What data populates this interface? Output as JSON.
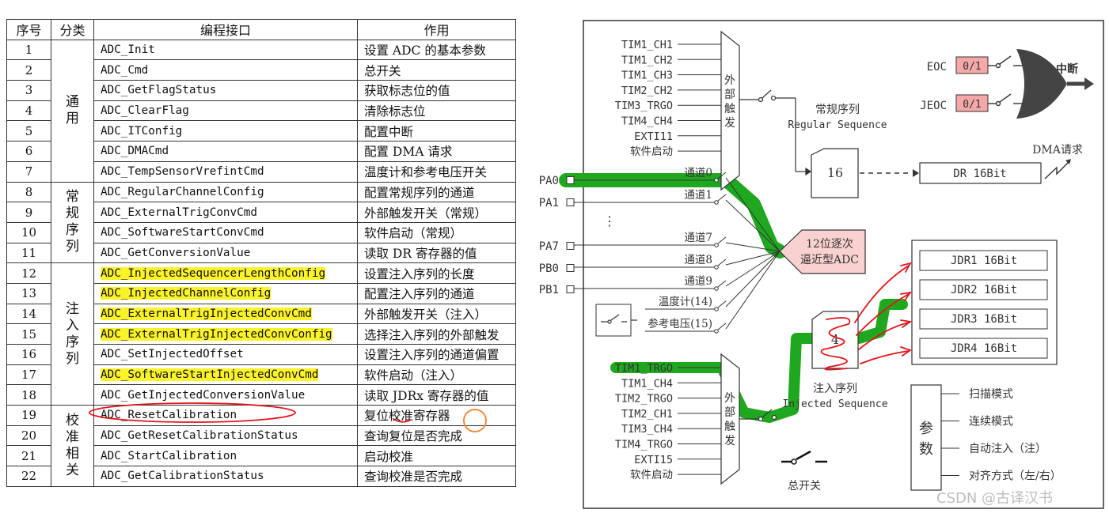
{
  "table": {
    "headers": [
      "序号",
      "分类",
      "编程接口",
      "作用"
    ],
    "groups": [
      {
        "label": "通\n用",
        "start": 0,
        "span": 7
      },
      {
        "label": "常\n规\n序\n列",
        "start": 7,
        "span": 4
      },
      {
        "label": "注\n入\n序\n列",
        "start": 11,
        "span": 7
      },
      {
        "label": "校\n准\n相\n关",
        "start": 18,
        "span": 4
      }
    ],
    "rows": [
      {
        "num": "1",
        "api": "ADC_Init",
        "desc": "设置 ADC 的基本参数",
        "hl": false
      },
      {
        "num": "2",
        "api": "ADC_Cmd",
        "desc": "总开关",
        "hl": false
      },
      {
        "num": "3",
        "api": "ADC_GetFlagStatus",
        "desc": "获取标志位的值",
        "hl": false
      },
      {
        "num": "4",
        "api": "ADC_ClearFlag",
        "desc": "清除标志位",
        "hl": false
      },
      {
        "num": "5",
        "api": "ADC_ITConfig",
        "desc": "配置中断",
        "hl": false
      },
      {
        "num": "6",
        "api": "ADC_DMACmd",
        "desc": "配置 DMA 请求",
        "hl": false
      },
      {
        "num": "7",
        "api": "ADC_TempSensorVrefintCmd",
        "desc": "温度计和参考电压开关",
        "hl": false
      },
      {
        "num": "8",
        "api": "ADC_RegularChannelConfig",
        "desc": "配置常规序列的通道",
        "hl": false
      },
      {
        "num": "9",
        "api": "ADC_ExternalTrigConvCmd",
        "desc": "外部触发开关（常规）",
        "hl": false
      },
      {
        "num": "10",
        "api": "ADC_SoftwareStartConvCmd",
        "desc": "软件启动（常规）",
        "hl": false
      },
      {
        "num": "11",
        "api": "ADC_GetConversionValue",
        "desc": "读取 DR 寄存器的值",
        "hl": false
      },
      {
        "num": "12",
        "api": "ADC_InjectedSequencerLengthConfig",
        "desc": "设置注入序列的长度",
        "hl": true
      },
      {
        "num": "13",
        "api": "ADC_InjectedChannelConfig",
        "desc": "配置注入序列的通道",
        "hl": true
      },
      {
        "num": "14",
        "api": "ADC_ExternalTrigInjectedConvCmd",
        "desc": "外部触发开关（注入）",
        "hl": true
      },
      {
        "num": "15",
        "api": "ADC_ExternalTrigInjectedConvConfig",
        "desc": "选择注入序列的外部触发",
        "hl": true
      },
      {
        "num": "16",
        "api": "ADC_SetInjectedOffset",
        "desc": "设置注入序列的通道偏置",
        "hl": false
      },
      {
        "num": "17",
        "api": "ADC_SoftwareStartInjectedConvCmd",
        "desc": "软件启动（注入）",
        "hl": true
      },
      {
        "num": "18",
        "api": "ADC_GetInjectedConversionValue",
        "desc": "读取 JDRx 寄存器的值",
        "hl": false
      },
      {
        "num": "19",
        "api": "ADC_ResetCalibration",
        "desc": "复位校准寄存器",
        "hl": false
      },
      {
        "num": "20",
        "api": "ADC_GetResetCalibrationStatus",
        "desc": "查询复位是否完成",
        "hl": false
      },
      {
        "num": "21",
        "api": "ADC_StartCalibration",
        "desc": "启动校准",
        "hl": false
      },
      {
        "num": "22",
        "api": "ADC_GetCalibrationStatus",
        "desc": "查询校准是否完成",
        "hl": false
      }
    ]
  },
  "diagram": {
    "regular_triggers": [
      "TIM1_CH1",
      "TIM1_CH2",
      "TIM1_CH3",
      "TIM2_CH2",
      "TIM3_TRGO",
      "TIM4_CH4",
      "EXTI11",
      "软件启动"
    ],
    "injected_triggers": [
      "TIM1_TRGO",
      "TIM1_CH4",
      "TIM2_TRGO",
      "TIM2_CH1",
      "TIM3_CH4",
      "TIM4_TRGO",
      "EXTI15",
      "软件启动"
    ],
    "ext_trigger_label": "外\n部\n触\n发",
    "pins": [
      "PA0",
      "PA1",
      "PA7",
      "PB0",
      "PB1"
    ],
    "channels": [
      "通道0",
      "通道1",
      "通道7",
      "通道8",
      "通道9",
      "温度计(14)",
      "参考电压(15)"
    ],
    "regular_seq_cn": "常规序列",
    "regular_seq_en": "Regular Sequence",
    "regular_count": "16",
    "injected_seq_cn": "注入序列",
    "injected_seq_en": "Injected Sequence",
    "injected_count": "4",
    "adc_label_1": "12位逐次",
    "adc_label_2": "逼近型ADC",
    "eoc": "EOC",
    "jeoc": "JEOC",
    "flag_value": "0/1",
    "interrupt": "中断",
    "dma_request": "DMA请求",
    "dr": "DR 16Bit",
    "jdr": [
      "JDR1 16Bit",
      "JDR2 16Bit",
      "JDR3 16Bit",
      "JDR4 16Bit"
    ],
    "master_switch": "总开关",
    "params_title": "参\n数",
    "params": [
      "扫描模式",
      "连续模式",
      "自动注入（注）",
      "对齐方式（左/右）"
    ]
  },
  "watermark": "CSDN @古译汉书",
  "colors": {
    "highlight": "#fbf32a",
    "green_marker": "#1fa81f",
    "red_marker": "#e0161c",
    "orange_marker": "#f08a3c",
    "flag_fill": "#f4a9a8",
    "adc_fill": "#f9d2d0"
  }
}
